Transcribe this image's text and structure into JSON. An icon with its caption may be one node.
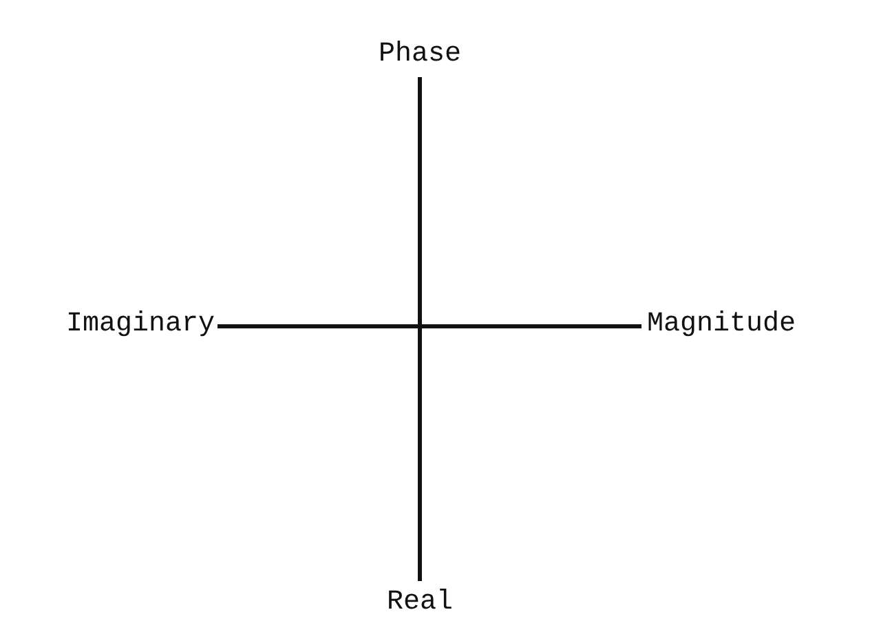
{
  "diagram": {
    "nodes": [
      {
        "text": [
          "Phase"
        ]
      },
      {
        "text": [
          "Imaginary"
        ]
      },
      {
        "text": [
          "Magnitude"
        ]
      },
      {
        "text": [
          "Real"
        ]
      }
    ],
    "edges": [
      {
        "from": 0,
        "to": 3,
        "arrow": "none"
      },
      {
        "from": 1,
        "to": 2,
        "arrow": "none"
      }
    ]
  }
}
